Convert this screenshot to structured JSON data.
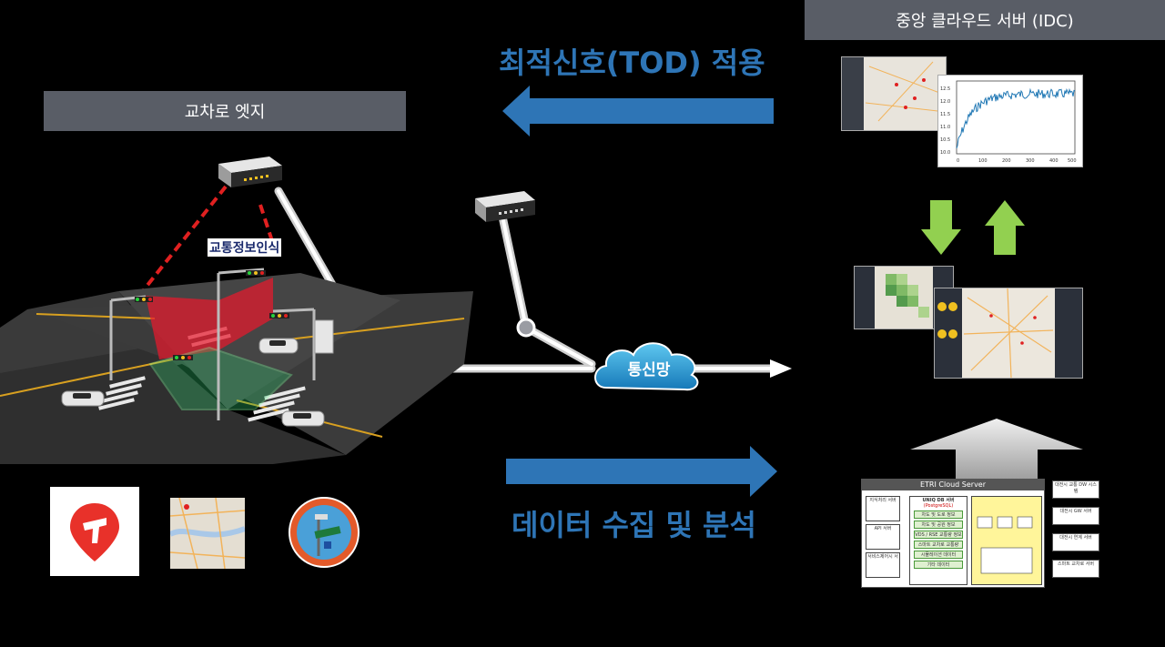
{
  "edge": {
    "title": "교차로  엣지",
    "recognition_label": "교통정보인식"
  },
  "cloud": {
    "title": "중앙 클라우드 서버 (IDC)"
  },
  "flows": {
    "tod": "최적신호(TOD) 적용",
    "collect": "데이터 수집 및 분석",
    "network": "통신망"
  },
  "plot": {
    "y_ticks": [
      "12.5",
      "12.0",
      "11.5",
      "11.0",
      "10.5",
      "10.0"
    ],
    "x_ticks": [
      "0",
      "100",
      "200",
      "300",
      "400",
      "500"
    ]
  },
  "server": {
    "title": "ETRI Cloud Server",
    "db_title": "UNIQ DB 서버",
    "db_sub": "(PostgreSQL)",
    "rows": [
      "차도 및 도로 정보",
      "차도 및 공원 정보",
      "VDS / RSE 교통량 정보",
      "스마트 교차로 교통량",
      "시뮬레이션 데이터",
      "기타 데이터"
    ],
    "left": [
      "지식처리 서버",
      "API 서버",
      "서비스제어시 서"
    ],
    "right": [
      "대전시 교통 DW 시스템",
      "대전시 GW 서버",
      "대전시 연계 서버",
      "스마트 교차로 서버"
    ]
  },
  "colors": {
    "blue": "#2e75b6",
    "green": "#92d050",
    "banner": "#595d66"
  }
}
